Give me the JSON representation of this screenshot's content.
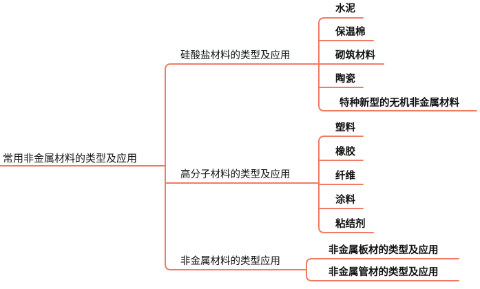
{
  "colors": {
    "line": "#f07b63",
    "text": "#111111",
    "background": "#ffffff"
  },
  "root": {
    "label": "常用非金属材料的类型及应用"
  },
  "branches": [
    {
      "label": "硅酸盐材料的类型及应用",
      "children": [
        "水泥",
        "保温棉",
        "砌筑材料",
        "陶瓷",
        "特种新型的无机非金属材料"
      ]
    },
    {
      "label": "高分子材料的类型及应用",
      "children": [
        "塑料",
        "橡胶",
        "纤维",
        "涂料",
        "粘结剂"
      ]
    },
    {
      "label": "非金属材料的类型应用",
      "children": [
        "非金属板材的类型及应用",
        "非金属管材的类型及应用"
      ]
    }
  ]
}
